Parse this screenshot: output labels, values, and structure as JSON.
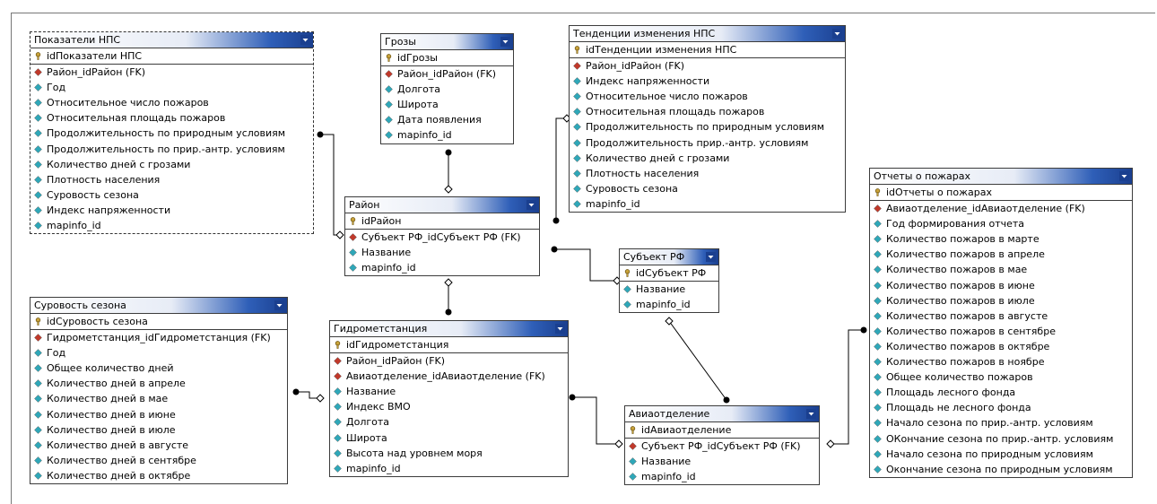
{
  "colors": {
    "pk_key": "#c8a23a",
    "fk_diamond": "#c0392b",
    "attr_diamond": "#2fa7b8",
    "header_accent": "#1a3f8f"
  },
  "entities": {
    "pokazateli": {
      "title": "Показатели НПС",
      "pk": "idПоказатели НПС",
      "attrs": [
        {
          "t": "Район_idРайон (FK)",
          "fk": true
        },
        {
          "t": "Год"
        },
        {
          "t": "Относительное число пожаров"
        },
        {
          "t": "Относительная площадь пожаров"
        },
        {
          "t": "Продолжительность по природным условиям"
        },
        {
          "t": "Продолжительность  по прир.-антр. условиям"
        },
        {
          "t": "Количество дней с грозами"
        },
        {
          "t": "Плотность населения"
        },
        {
          "t": "Суровость сезона"
        },
        {
          "t": "Индекс напряженности"
        },
        {
          "t": "mapinfo_id"
        }
      ]
    },
    "grozy": {
      "title": "Грозы",
      "pk": "idГрозы",
      "attrs": [
        {
          "t": "Район_idРайон (FK)",
          "fk": true
        },
        {
          "t": "Долгота"
        },
        {
          "t": "Широта"
        },
        {
          "t": "Дата появления"
        },
        {
          "t": "mapinfo_id"
        }
      ]
    },
    "tendencii": {
      "title": "Тенденции изменения НПС",
      "pk": "idТенденции изменения НПС",
      "attrs": [
        {
          "t": "Район_idРайон (FK)",
          "fk": true
        },
        {
          "t": "Индекс напряженности"
        },
        {
          "t": "Относительное число пожаров"
        },
        {
          "t": "Относительная площадь пожаров"
        },
        {
          "t": "Продолжительность по природным условиям"
        },
        {
          "t": "Продолжительность прир.-антр. условиям"
        },
        {
          "t": "Количество дней с грозами"
        },
        {
          "t": "Плотность населения"
        },
        {
          "t": "Суровость сезона"
        },
        {
          "t": "mapinfo_id"
        }
      ]
    },
    "rayon": {
      "title": "Район",
      "pk": "idРайон",
      "attrs": [
        {
          "t": "Субъект РФ_idСубъект РФ (FK)",
          "fk": true
        },
        {
          "t": "Название"
        },
        {
          "t": "mapinfo_id"
        }
      ]
    },
    "subekt": {
      "title": "Субъект РФ",
      "pk": "idСубъект РФ",
      "attrs": [
        {
          "t": "Название"
        },
        {
          "t": "mapinfo_id"
        }
      ]
    },
    "otchety": {
      "title": "Отчеты о пожарах",
      "pk": "idОтчеты о пожарах",
      "attrs": [
        {
          "t": "Авиаотделение_idАвиаотделение (FK)",
          "fk": true
        },
        {
          "t": "Год формирования отчета"
        },
        {
          "t": "Количество пожаров в марте"
        },
        {
          "t": "Количество пожаров в апреле"
        },
        {
          "t": "Количество пожаров в мае"
        },
        {
          "t": "Количество пожаров в июне"
        },
        {
          "t": "Количество пожаров в июле"
        },
        {
          "t": "Количество пожаров в августе"
        },
        {
          "t": "Количество пожаров в сентябре"
        },
        {
          "t": "Количество пожаров в октябре"
        },
        {
          "t": "Количество пожаров в ноябре"
        },
        {
          "t": "Общее количество пожаров"
        },
        {
          "t": "Площадь лесного фонда"
        },
        {
          "t": "Площадь не лесного фонда"
        },
        {
          "t": "Начало сезона по прир.-антр. условиям"
        },
        {
          "t": "ОКончание сезона по прир.-антр. условиям"
        },
        {
          "t": "Начало сезона по природным условиям"
        },
        {
          "t": "Окончание сезона по природным условиям"
        }
      ]
    },
    "surovost": {
      "title": "Суровость сезона",
      "pk": "idСуровость сезона",
      "attrs": [
        {
          "t": "Гидрометстанция_idГидрометстанция (FK)",
          "fk": true
        },
        {
          "t": "Год"
        },
        {
          "t": "Общее количество дней"
        },
        {
          "t": "Количество дней в апреле"
        },
        {
          "t": "Количество дней в мае"
        },
        {
          "t": "Количество дней в июне"
        },
        {
          "t": "Количество дней в июле"
        },
        {
          "t": "Количество дней в августе"
        },
        {
          "t": "Количество дней в сентябре"
        },
        {
          "t": "Количество дней в октябре"
        }
      ]
    },
    "gidro": {
      "title": "Гидрометстанция",
      "pk": "idГидрометстанция",
      "attrs": [
        {
          "t": "Район_idРайон (FK)",
          "fk": true
        },
        {
          "t": "Авиаотделение_idАвиаотделение (FK)",
          "fk": true
        },
        {
          "t": "Название"
        },
        {
          "t": "Индекс ВМО"
        },
        {
          "t": "Долгота"
        },
        {
          "t": "Широта"
        },
        {
          "t": "Высота над уровнем моря"
        },
        {
          "t": "mapinfo_id"
        }
      ]
    },
    "avia": {
      "title": "Авиаотделение",
      "pk": "idАвиаотделение",
      "attrs": [
        {
          "t": "Субъект РФ_idСубъект РФ (FK)",
          "fk": true
        },
        {
          "t": "Название"
        },
        {
          "t": "mapinfo_id"
        }
      ]
    }
  }
}
